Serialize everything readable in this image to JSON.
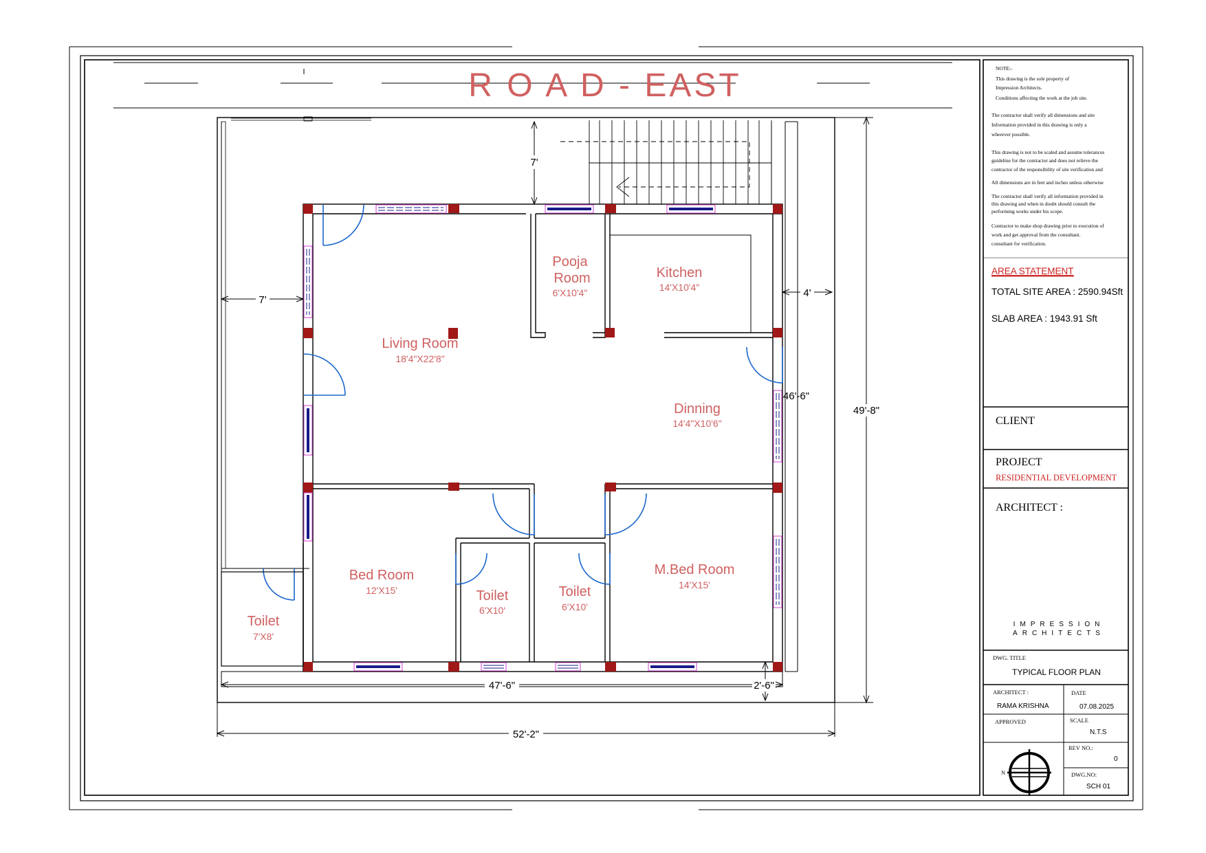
{
  "road_label": "R O A D - EAST",
  "rooms": {
    "living": {
      "name": "Living Room",
      "size": "18'4\"X22'8\""
    },
    "pooja": {
      "name_line1": "Pooja",
      "name_line2": "Room",
      "size": "6'X10'4\""
    },
    "kitchen": {
      "name": "Kitchen",
      "size": "14'X10'4\""
    },
    "dinning": {
      "name": "Dinning",
      "size": "14'4\"X10'6\""
    },
    "bed": {
      "name": "Bed Room",
      "size": "12'X15'"
    },
    "toilet1": {
      "name": "Toilet",
      "size": "6'X10'"
    },
    "toilet2": {
      "name": "Toilet",
      "size": "6'X10'"
    },
    "mbed": {
      "name": "M.Bed Room",
      "size": "14'X15'"
    },
    "toilet_out": {
      "name": "Toilet",
      "size": "7'X8'"
    }
  },
  "dimensions": {
    "top_setback": "7'",
    "left_setback": "7'",
    "right_setback": "4'",
    "inner_depth": "46'-6\"",
    "total_depth": "49'-8\"",
    "inner_width": "47'-6\"",
    "bottom_setback": "2'-6\"",
    "total_width": "52'-2\""
  },
  "notes": {
    "heading": "NOTE:-",
    "lines": [
      "This drawing is the sole property of",
      "Impression Architects.",
      "Conditions affecting the work at the job site.",
      "The contractor shall verify all dimensions and site",
      "Information provided in this drawing is only a",
      "wherever possible.",
      "This drawing is not to be scaled and assume tolerances",
      "guideline for the contractor and does not relieve the",
      "contractor of the responsibility of site verification and",
      "All dimensions are in feet and inches unless otherwise",
      "The contractor shall verify all information provided in",
      "this drawing and when in doubt should consult the",
      "performing works under his scope.",
      "Contractor to make shop drawing prior to execution of",
      "work and get approval from the consultant.",
      "consultant for verification."
    ]
  },
  "area_statement": {
    "heading": "AREA STATEMENT",
    "total_site_area": "TOTAL SITE AREA : 2590.94Sft",
    "slab_area": "SLAB AREA : 1943.91 Sft"
  },
  "title_block": {
    "client_label": "CLIENT",
    "project_label": "PROJECT",
    "project_value": "RESIDENTIAL DEVELOPMENT",
    "architect_label": "ARCHITECT :",
    "firm_line1": "IMPRESSION",
    "firm_line2": "ARCHITECTS",
    "dwg_title_label": "DWG. TITLE",
    "dwg_title_value": "TYPICAL FLOOR PLAN",
    "architect_small_label": "ARCHITECT :",
    "architect_name": "RAMA KRISHNA",
    "date_label": "DATE",
    "date_value": "07.08.2025",
    "approved_label": "APPROVED",
    "scale_label": "SCALE",
    "scale_value": "N.T.S",
    "rev_label": "REV NO.:",
    "rev_value": "0",
    "dwg_no_label": "DWG.NO:",
    "dwg_no_value": "SCH 01",
    "north_label": "N"
  },
  "colors": {
    "room_text": "#d06060",
    "column": "#a01818",
    "door": "#1a66cc",
    "window_frame": "#d040d0",
    "window_glass": "#1a1a8a",
    "accent_red": "#cc2222"
  }
}
